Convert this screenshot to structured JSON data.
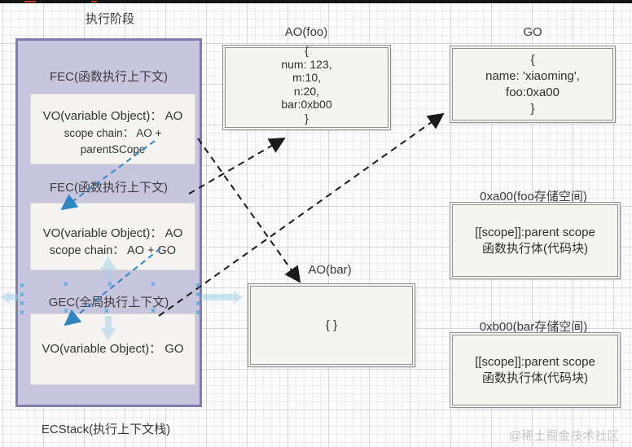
{
  "page": {
    "phase_title": "执行阶段",
    "stack_caption": "ECStack(执行上下文栈)",
    "watermark": "@稀土掘金技术社区"
  },
  "stack": {
    "frames": [
      {
        "label": "FEC(函数执行上下文)",
        "vo": "VO(variable Object)： AO",
        "scope": "scope chain： AO + parentSCope"
      },
      {
        "label": "FEC(函数执行上下文)",
        "vo": "VO(variable Object)： AO",
        "scope": "scope chain： AO + GO"
      },
      {
        "label": "GEC(全局执行上下文)",
        "vo": "VO(variable Object)： GO"
      }
    ]
  },
  "objects": {
    "ao_foo": {
      "title": "AO(foo)",
      "content": "{\nnum: 123,\nm:10,\nn:20,\nbar:0xb00\n}"
    },
    "ao_bar": {
      "title": "AO(bar)",
      "content": "{ }"
    },
    "go": {
      "title": "GO",
      "content": "{\nname: 'xiaoming',\nfoo:0xa00\n}"
    },
    "mem_foo": {
      "title": "0xa00(foo存储空间)",
      "content": "[[scope]]:parent scope\n函数执行体(代码块)"
    },
    "mem_bar": {
      "title": "0xb00(bar存储空间)",
      "content": "[[scope]]:parent scope\n函数执行体(代码块)"
    }
  },
  "arrows": [
    {
      "from": "FEC#2 VO:AO",
      "to": "AO(foo)",
      "style": "dashed",
      "color": "#1a1a1a"
    },
    {
      "from": "FEC#1 scope chain",
      "to": "AO(bar)",
      "style": "dashed",
      "color": "#1a1a1a"
    },
    {
      "from": "GEC VO:GO",
      "to": "GO",
      "style": "dashed",
      "color": "#1a1a1a"
    },
    {
      "from": "FEC#1 scope chain",
      "to": "FEC#2 VO",
      "style": "dashed",
      "color": "#2e86c1"
    },
    {
      "from": "FEC#2 scope chain",
      "to": "GEC VO",
      "style": "dashed",
      "color": "#2e86c1"
    }
  ],
  "colors": {
    "panel_fill": "#c8c5df",
    "panel_border": "#807cae",
    "node_fill": "#f4f4f1",
    "node_border": "#8f8f8f",
    "arrow_black": "#1a1a1a",
    "arrow_blue": "#2e86c1",
    "selection_blue": "#3fa4dc"
  }
}
